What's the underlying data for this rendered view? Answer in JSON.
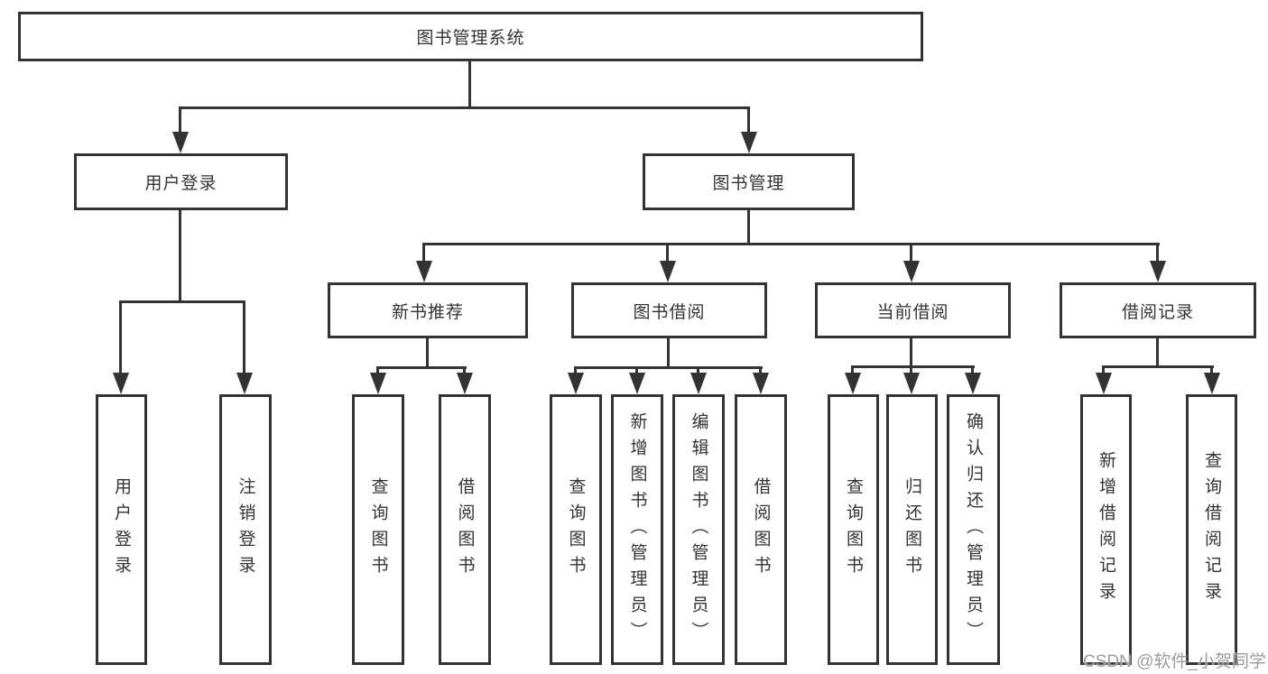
{
  "tree": {
    "label": "图书管理系统",
    "children": [
      {
        "label": "用户登录",
        "children": [
          {
            "label": "用户登录"
          },
          {
            "label": "注销登录"
          }
        ]
      },
      {
        "label": "图书管理",
        "children": [
          {
            "label": "新书推荐",
            "children": [
              {
                "label": "查询图书"
              },
              {
                "label": "借阅图书"
              }
            ]
          },
          {
            "label": "图书借阅",
            "children": [
              {
                "label": "查询图书"
              },
              {
                "label": "新增图书（管理员）"
              },
              {
                "label": "编辑图书（管理员）"
              },
              {
                "label": "借阅图书"
              }
            ]
          },
          {
            "label": "当前借阅",
            "children": [
              {
                "label": "查询图书"
              },
              {
                "label": "归还图书"
              },
              {
                "label": "确认归还（管理员）"
              }
            ]
          },
          {
            "label": "借阅记录",
            "children": [
              {
                "label": "新增借阅记录"
              },
              {
                "label": "查询借阅记录"
              }
            ]
          }
        ]
      }
    ]
  },
  "watermark": "CSDN @软件_小贺同学",
  "colors": {
    "line": "#333333",
    "text": "#333333",
    "watermark": "#9c9c9c",
    "background": "#ffffff"
  }
}
